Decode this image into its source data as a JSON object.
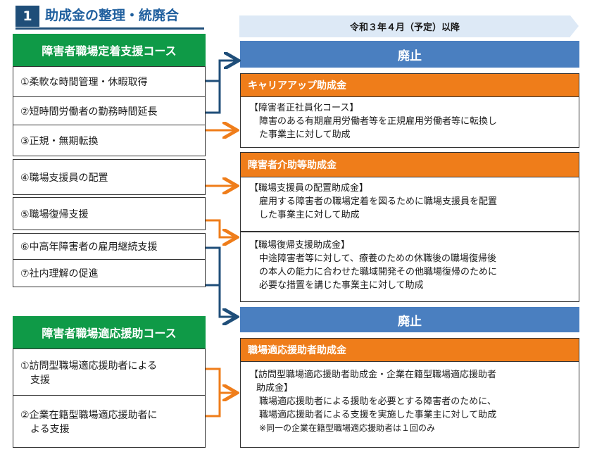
{
  "header": {
    "number": "1",
    "title": "助成金の整理・統廃合"
  },
  "banner": {
    "text": "令和３年４月（予定）以降"
  },
  "left": {
    "course1": {
      "title": "障害者職場定着支援コース",
      "items": [
        "①柔軟な時間管理・休暇取得",
        "②短時間労働者の勤務時間延長",
        "③正規・無期転換",
        "④職場支援員の配置",
        "⑤職場復帰支援",
        "⑥中高年障害者の雇用継続支援",
        "⑦社内理解の促進"
      ]
    },
    "course2": {
      "title": "障害者職場適応援助コース",
      "items": [
        [
          "①訪問型職場適応援助者による",
          "支援"
        ],
        [
          "②企業在籍型職場適応援助者に",
          "よる支援"
        ]
      ]
    }
  },
  "right": {
    "abolish1": "廃止",
    "career": {
      "title": "キャリアアップ助成金",
      "sub": "【障害者正社員化コース】",
      "desc": [
        "障害のある有期雇用労働者等を正規雇用労働者等に転換し",
        "た事業主に対して助成"
      ]
    },
    "care": {
      "title": "障害者介助等助成金",
      "s1": {
        "sub": "【職場支援員の配置助成金】",
        "desc": [
          "雇用する障害者の職場定着を図るために職場支援員を配置",
          "した事業主に対して助成"
        ]
      },
      "s2": {
        "sub": "【職場復帰支援助成金】",
        "desc": [
          "中途障害者等に対して、療養のための休職後の職場復帰後",
          "の本人の能力に合わせた職域開発その他職場復帰のために",
          "必要な措置を講じた事業主に対して助成"
        ]
      }
    },
    "abolish2": "廃止",
    "adapt": {
      "title": "職場適応援助者助成金",
      "sub": [
        "【訪問型職場適応援助者助成金・企業在籍型職場適応援助者",
        "助成金】"
      ],
      "desc": [
        "職場適応援助者による援助を必要とする障害者のために、",
        "職場適応援助者による支援を実施した事業主に対して助成"
      ],
      "note": "※同一の企業在籍型職場適応援助者は１回のみ"
    }
  },
  "colors": {
    "navy": "#1f4e79",
    "green": "#0f9a47",
    "orange": "#ef7d1a",
    "blue": "#4a7fc0",
    "banner": "#dde9f6"
  }
}
